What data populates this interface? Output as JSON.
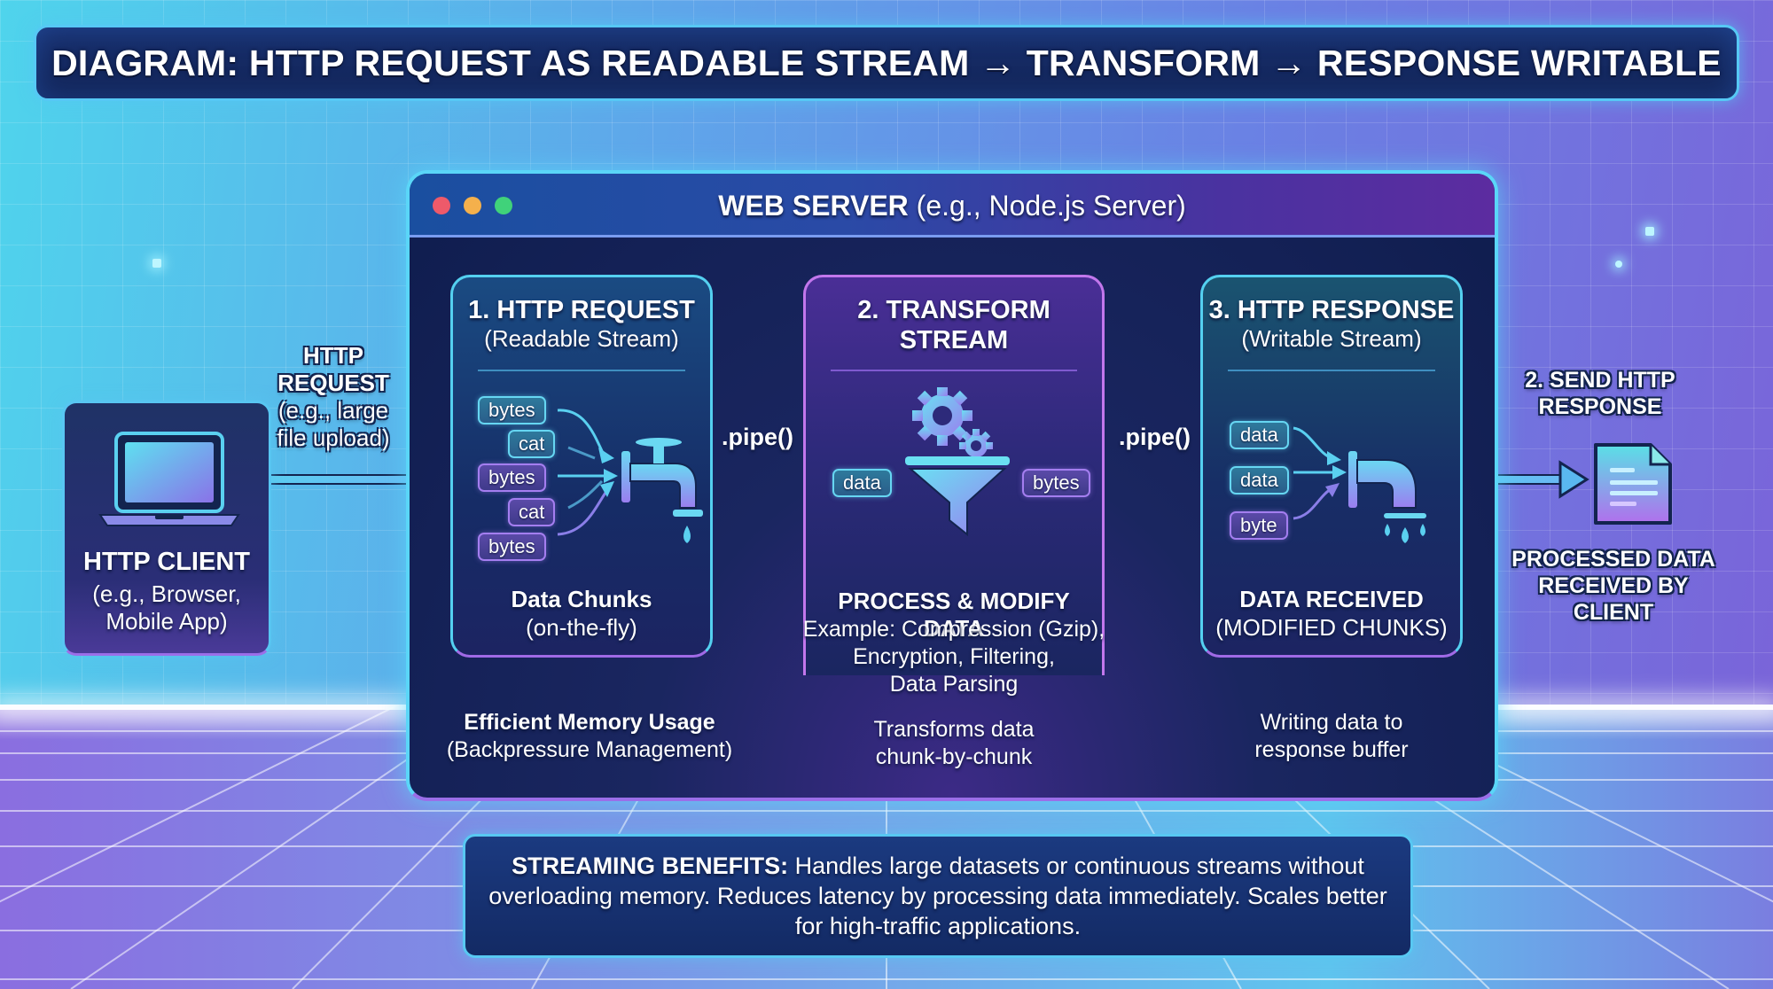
{
  "title": "DIAGRAM: HTTP REQUEST AS READABLE STREAM → TRANSFORM → RESPONSE WRITABLE",
  "client": {
    "title": "HTTP CLIENT",
    "subtitle_lines": [
      "(e.g., Browser,",
      "Mobile App)"
    ],
    "icon": "laptop-icon"
  },
  "request_arrow": {
    "lines": [
      "HTTP",
      "REQUEST",
      "(e.g., large",
      "file upload)"
    ]
  },
  "server": {
    "title_bold": "WEB SERVER",
    "title_rest": " (e.g., Node.js Server)",
    "window_controls": [
      "close",
      "minimize",
      "maximize"
    ],
    "colors": {
      "close": "#ee5a6a",
      "minimize": "#f4b04c",
      "maximize": "#40d27a"
    }
  },
  "stages": [
    {
      "title": "1. HTTP REQUEST",
      "subtitle": "(Readable Stream)",
      "chips": [
        "bytes",
        "cat",
        "bytes",
        "cat",
        "bytes"
      ],
      "icon": "faucet-icon",
      "footer_title": "Data Chunks",
      "footer_sub": "(on-the-fly)"
    },
    {
      "title_lines": [
        "2. TRANSFORM",
        "STREAM"
      ],
      "input_chip": "data",
      "output_chip": "bytes",
      "icon": "gear-funnel-icon",
      "footer_title": "PROCESS & MODIFY DATA",
      "footer_lines": [
        "Example: Compression (Gzip),",
        "Encryption, Filtering,",
        "Data Parsing"
      ]
    },
    {
      "title": "3. HTTP RESPONSE",
      "subtitle": "(Writable Stream)",
      "chips": [
        "data",
        "data",
        "byte"
      ],
      "icon": "pipe-outlet-icon",
      "footer_title": "DATA RECEIVED",
      "footer_sub": "(MODIFIED CHUNKS)"
    }
  ],
  "pipes": [
    ".pipe()",
    ".pipe()"
  ],
  "notes": {
    "memory": {
      "title": "Efficient Memory Usage",
      "sub": "(Backpressure Management)"
    },
    "transform": {
      "lines": [
        "Transforms data",
        "chunk-by-chunk"
      ]
    },
    "writing": {
      "lines": [
        "Writing data to",
        "response buffer"
      ]
    }
  },
  "response_out": {
    "label_lines": [
      "2. SEND HTTP",
      "RESPONSE"
    ],
    "icon": "document-icon",
    "result_lines": [
      "PROCESSED DATA",
      "RECEIVED BY",
      "CLIENT"
    ]
  },
  "benefits": {
    "label": "STREAMING BENEFITS:",
    "text": " Handles large datasets or continuous streams without overloading memory. Reduces latency by processing data immediately. Scales better for high-traffic applications."
  }
}
